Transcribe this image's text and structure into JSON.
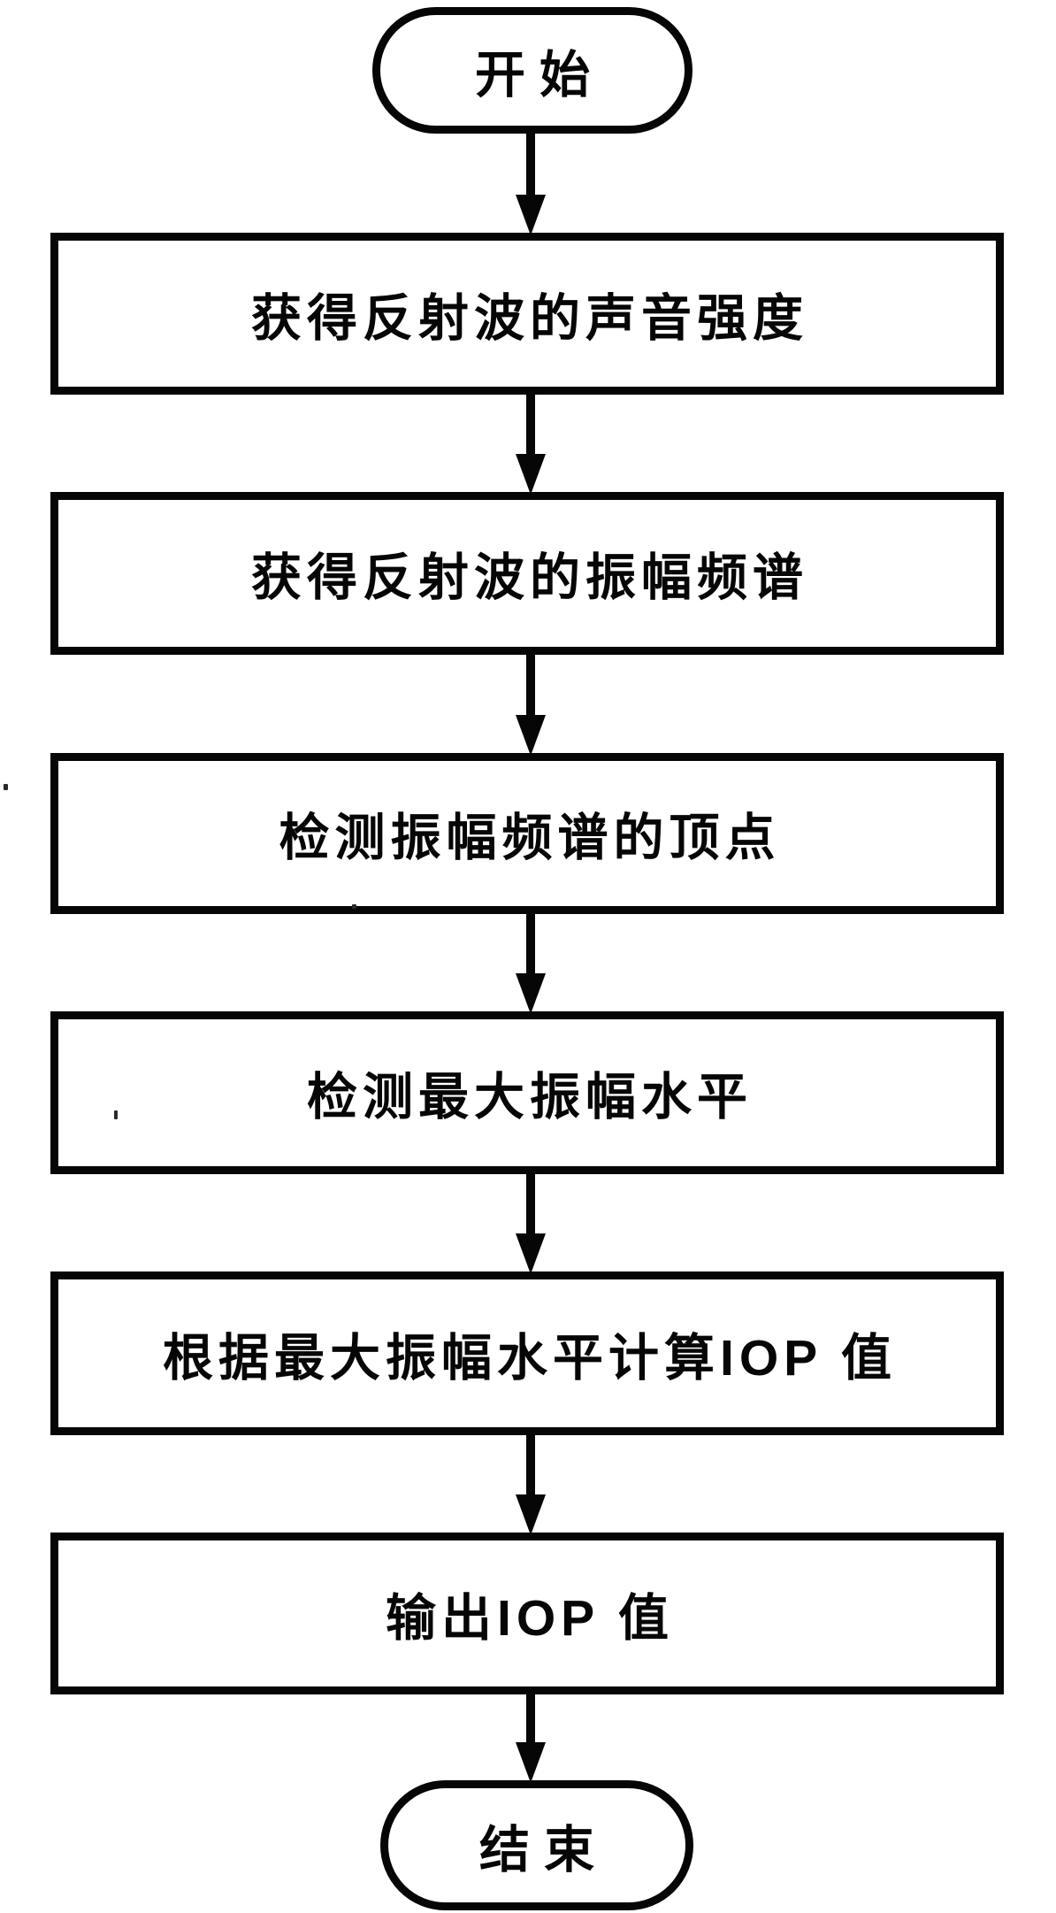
{
  "figure": {
    "type": "flowchart",
    "direction": "top-down",
    "background_color": "#ffffff",
    "ink_color": "#060606"
  },
  "nodes": {
    "start": {
      "shape": "terminal",
      "label": "开始"
    },
    "step1": {
      "shape": "process",
      "label": "获得反射波的声音强度"
    },
    "step2": {
      "shape": "process",
      "label": "获得反射波的振幅频谱"
    },
    "step3": {
      "shape": "process",
      "label": "检测振幅频谱的顶点"
    },
    "step4": {
      "shape": "process",
      "label": "检测最大振幅水平"
    },
    "step5": {
      "shape": "process",
      "label": "根据最大振幅水平计算IOP 值"
    },
    "step6": {
      "shape": "process",
      "label": "输出IOP 值"
    },
    "end": {
      "shape": "terminal",
      "label": "结束"
    }
  },
  "edges": [
    {
      "from": "start",
      "to": "step1",
      "arrow": "down"
    },
    {
      "from": "step1",
      "to": "step2",
      "arrow": "down"
    },
    {
      "from": "step2",
      "to": "step3",
      "arrow": "down"
    },
    {
      "from": "step3",
      "to": "step4",
      "arrow": "down"
    },
    {
      "from": "step4",
      "to": "step5",
      "arrow": "down"
    },
    {
      "from": "step5",
      "to": "step6",
      "arrow": "down"
    },
    {
      "from": "step6",
      "to": "end",
      "arrow": "down"
    }
  ]
}
